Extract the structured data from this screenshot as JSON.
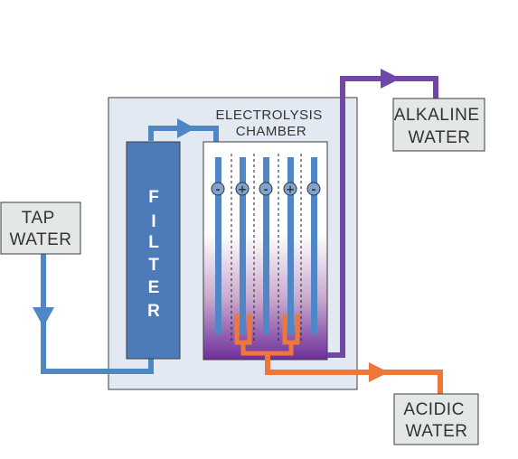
{
  "labels": {
    "tap_water": [
      "TAP",
      "WATER"
    ],
    "alkaline_water": [
      "ALKALINE",
      "WATER"
    ],
    "acidic_water": [
      "ACIDIC",
      "WATER"
    ],
    "chamber_title": [
      "ELECTROLYSIS",
      "CHAMBER"
    ],
    "filter_letters": [
      "F",
      "I",
      "L",
      "T",
      "E",
      "R"
    ]
  },
  "electrodes": [
    {
      "sign": "-",
      "polarity": "negative"
    },
    {
      "sign": "+",
      "polarity": "positive"
    },
    {
      "sign": "-",
      "polarity": "negative"
    },
    {
      "sign": "+",
      "polarity": "positive"
    },
    {
      "sign": "-",
      "polarity": "negative"
    }
  ],
  "colors": {
    "tap_pipe": "#4f86c6",
    "filter_fill": "#4d7ab9",
    "alkaline_pipe": "#7046a6",
    "acidic_pipe": "#ef773a",
    "housing": "#e2e9f2",
    "label_box": "#e3e8e6"
  }
}
